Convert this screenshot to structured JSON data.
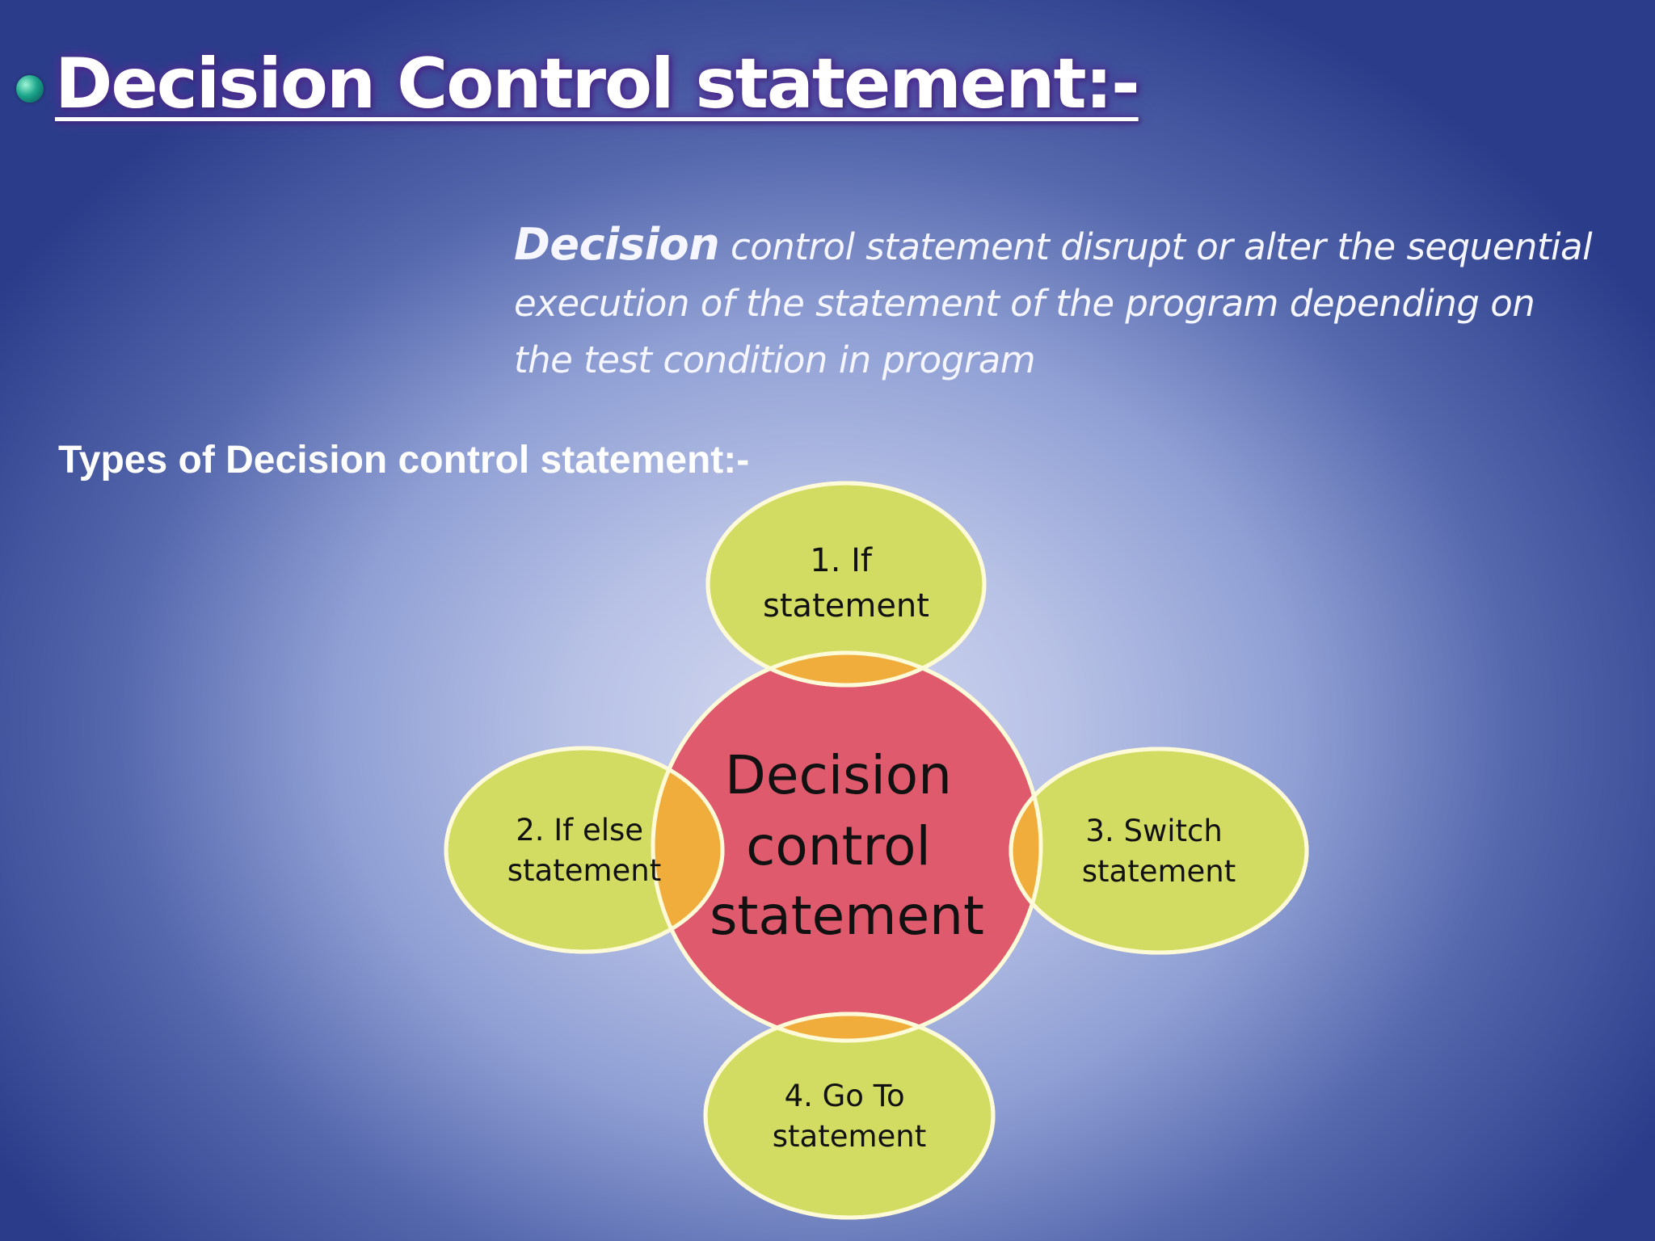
{
  "slide": {
    "title": "Decision Control statement:-",
    "description_lead": "Decision",
    "description_rest": " control statement  disrupt or alter the sequential execution of the statement of the program depending on the test condition in program",
    "types_heading": "Types of Decision control statement:-"
  },
  "diagram": {
    "center": {
      "lines": [
        "Decision",
        "control",
        "statement"
      ],
      "color": "#e05a6e"
    },
    "satellites": [
      {
        "lines": [
          "1.  If",
          "statement"
        ]
      },
      {
        "lines": [
          "2.   If else",
          "statement"
        ]
      },
      {
        "lines": [
          "3.  Switch",
          "statement"
        ]
      },
      {
        "lines": [
          "4.   Go To",
          "statement"
        ]
      }
    ],
    "satellite_color": "#d3dc62",
    "overlap_color": "#f0ad3c",
    "outline_color": "#fffbd8"
  }
}
